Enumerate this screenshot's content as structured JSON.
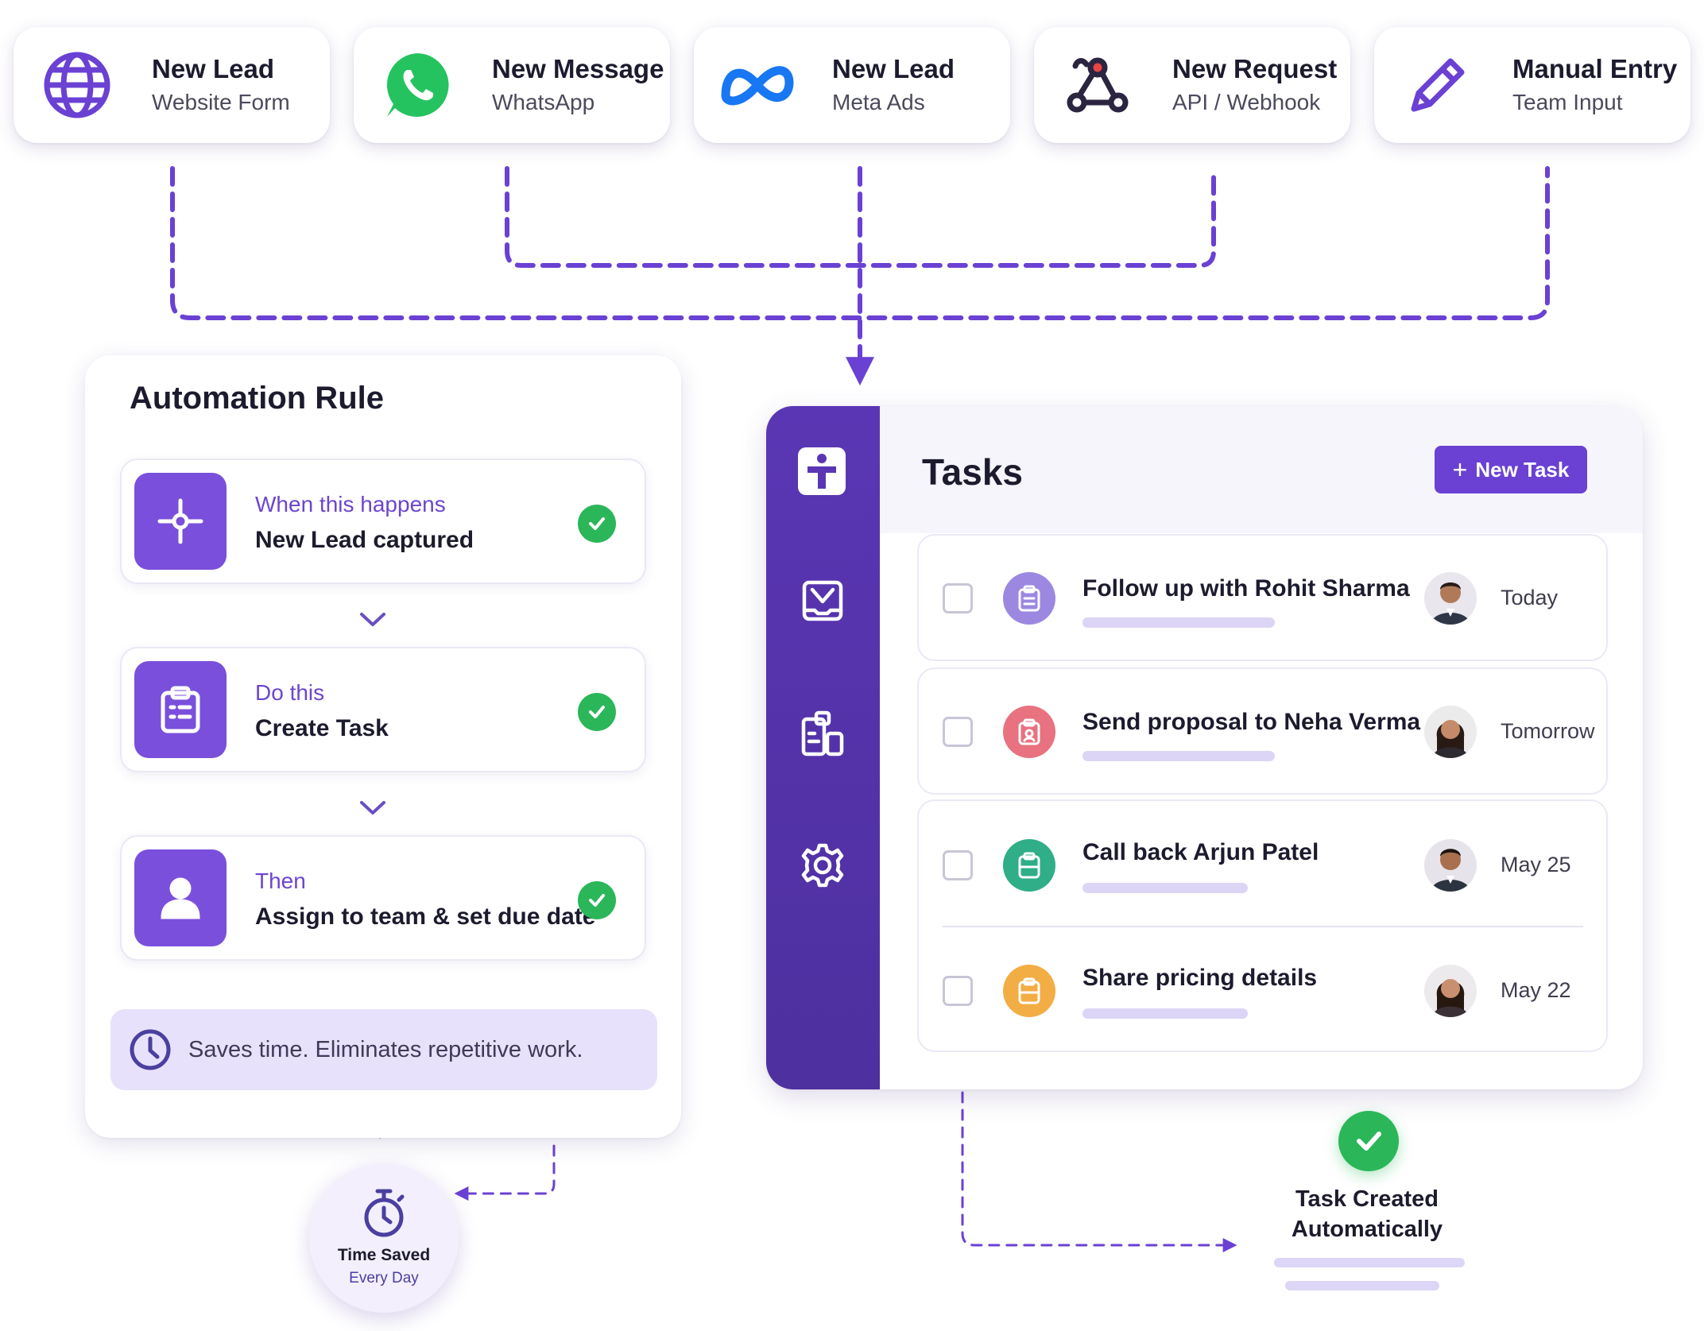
{
  "sources": [
    {
      "title": "New Lead",
      "subtitle": "Website Form",
      "icon": "globe-icon"
    },
    {
      "title": "New Message",
      "subtitle": "WhatsApp",
      "icon": "whatsapp-icon"
    },
    {
      "title": "New Lead",
      "subtitle": "Meta Ads",
      "icon": "meta-icon"
    },
    {
      "title": "New Request",
      "subtitle": "API / Webhook",
      "icon": "webhook-icon"
    },
    {
      "title": "Manual Entry",
      "subtitle": "Team Input",
      "icon": "pencil-icon"
    }
  ],
  "rule": {
    "title": "Automation Rule",
    "steps": [
      {
        "label": "When this happens",
        "value": "New Lead captured",
        "icon": "trigger-icon"
      },
      {
        "label": "Do this",
        "value": "Create Task",
        "icon": "clipboard-icon"
      },
      {
        "label": "Then",
        "value": "Assign to team & set due date",
        "icon": "user-icon"
      }
    ],
    "benefit": "Saves time. Eliminates repetitive work."
  },
  "time_badge": {
    "title": "Time Saved",
    "subtitle": "Every Day"
  },
  "tasks": {
    "title": "Tasks",
    "new_task_label": "New Task",
    "items": [
      {
        "title": "Follow up with Rohit Sharma",
        "due": "Today",
        "icon_color": "#9c88e0"
      },
      {
        "title": "Send proposal to Neha Verma",
        "due": "Tomorrow",
        "icon_color": "#e8727f"
      },
      {
        "title": "Call back Arjun Patel",
        "due": "May 25",
        "icon_color": "#2fae88"
      },
      {
        "title": "Share pricing details",
        "due": "May 22",
        "icon_color": "#f3ad45"
      }
    ]
  },
  "result": {
    "text": "Task Created Automatically"
  },
  "colors": {
    "accent": "#6a41d3",
    "sidebar": "#5a36b4",
    "success": "#2bb65a",
    "connector": "#7a4fdc"
  }
}
